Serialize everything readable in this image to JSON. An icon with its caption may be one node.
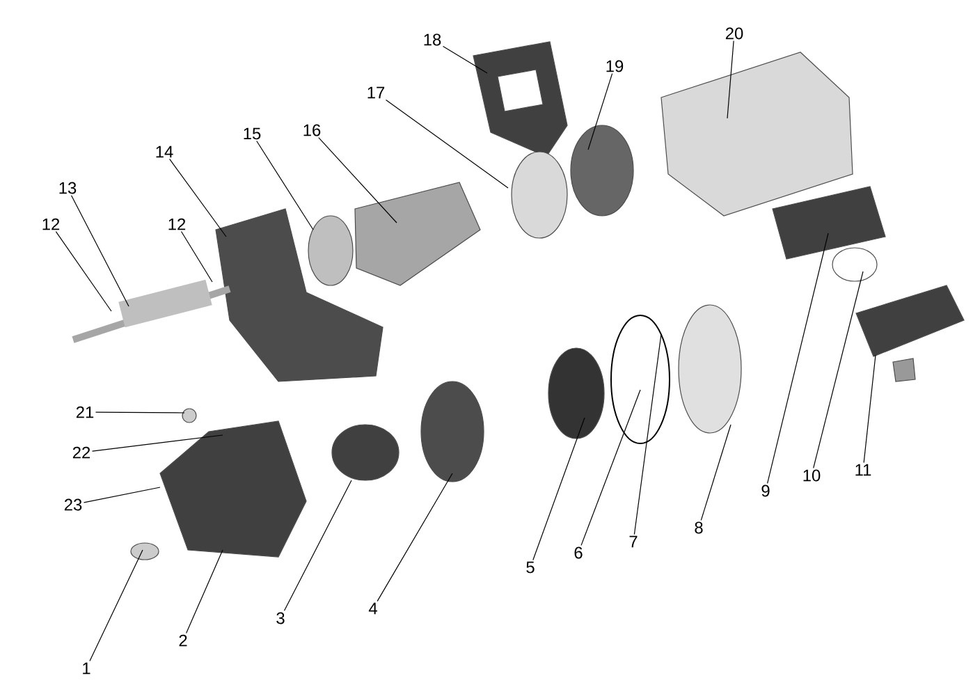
{
  "diagram": {
    "nodes": [
      {
        "text": [
          "20"
        ]
      },
      {
        "text": [
          "18"
        ]
      },
      {
        "text": [
          "19"
        ]
      },
      {
        "text": [
          "17"
        ]
      },
      {
        "text": [
          "16"
        ]
      },
      {
        "text": [
          "15"
        ]
      },
      {
        "text": [
          "14"
        ]
      },
      {
        "text": [
          "13"
        ]
      },
      {
        "text": [
          "12"
        ]
      },
      {
        "text": [
          "12"
        ]
      },
      {
        "text": [
          "21"
        ]
      },
      {
        "text": [
          "22"
        ]
      },
      {
        "text": [
          "11"
        ]
      },
      {
        "text": [
          "10"
        ]
      },
      {
        "text": [
          "9"
        ]
      },
      {
        "text": [
          "23"
        ]
      },
      {
        "text": [
          "8"
        ]
      },
      {
        "text": [
          "7"
        ]
      },
      {
        "text": [
          "6"
        ]
      },
      {
        "text": [
          "5"
        ]
      },
      {
        "text": [
          "4"
        ]
      },
      {
        "text": [
          "3"
        ]
      },
      {
        "text": [
          "2"
        ]
      },
      {
        "text": [
          "1"
        ]
      }
    ],
    "edges": [
      {
        "from": 0,
        "to": null,
        "arrow": "none"
      },
      {
        "from": 1,
        "to": null,
        "arrow": "none"
      },
      {
        "from": 2,
        "to": null,
        "arrow": "none"
      },
      {
        "from": 3,
        "to": null,
        "arrow": "none"
      },
      {
        "from": 4,
        "to": null,
        "arrow": "none"
      },
      {
        "from": 5,
        "to": null,
        "arrow": "none"
      },
      {
        "from": 6,
        "to": null,
        "arrow": "none"
      },
      {
        "from": 7,
        "to": null,
        "arrow": "none"
      },
      {
        "from": 8,
        "to": null,
        "arrow": "none"
      },
      {
        "from": 9,
        "to": null,
        "arrow": "none"
      },
      {
        "from": 10,
        "to": null,
        "arrow": "none"
      },
      {
        "from": 11,
        "to": null,
        "arrow": "none"
      },
      {
        "from": 12,
        "to": null,
        "arrow": "none"
      },
      {
        "from": 13,
        "to": null,
        "arrow": "none"
      },
      {
        "from": 14,
        "to": null,
        "arrow": "none"
      },
      {
        "from": 15,
        "to": null,
        "arrow": "none"
      },
      {
        "from": 16,
        "to": null,
        "arrow": "none"
      },
      {
        "from": 17,
        "to": null,
        "arrow": "none"
      },
      {
        "from": 18,
        "to": null,
        "arrow": "none"
      },
      {
        "from": 19,
        "to": null,
        "arrow": "none"
      },
      {
        "from": 20,
        "to": null,
        "arrow": "none"
      },
      {
        "from": 21,
        "to": null,
        "arrow": "none"
      },
      {
        "from": 22,
        "to": null,
        "arrow": "none"
      },
      {
        "from": 23,
        "to": null,
        "arrow": "none"
      }
    ]
  }
}
